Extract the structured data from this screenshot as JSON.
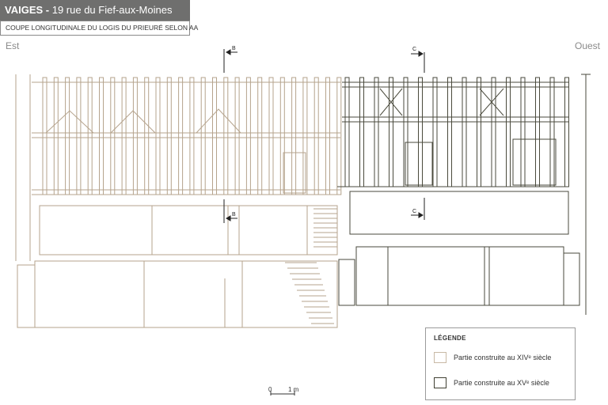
{
  "header": {
    "place": "VAIGES -",
    "address": " 19 rue du Fief-aux-Moines",
    "subtitle": "COUPE LONGITUDINALE DU LOGIS DU PRIEURÉ SELON AA"
  },
  "orientation": {
    "left": "Est",
    "right": "Ouest"
  },
  "section_marks": {
    "b_top": "B",
    "c_top": "C",
    "b_mid": "B",
    "c_mid": "C"
  },
  "legend": {
    "title": "LÉGENDE",
    "items": [
      {
        "label": "Partie construite au XIVᵉ siècle",
        "color": "#c8b9a5"
      },
      {
        "label": "Partie construite au XVᵉ siècle",
        "color": "#3f3f32"
      }
    ]
  },
  "scale": {
    "zero": "0",
    "one": "1 m"
  },
  "colors": {
    "phase_14": "#b5a38c",
    "phase_15": "#4a4a3c"
  }
}
